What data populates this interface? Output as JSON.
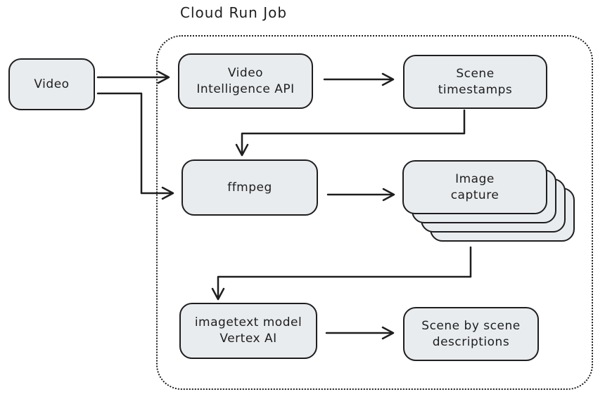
{
  "diagram": {
    "title": "Cloud Run Job",
    "boundary_label": "Cloud Run Job",
    "nodes": {
      "video": {
        "label": "Video"
      },
      "video_intelligence_api": {
        "label": "Video\nIntelligence API"
      },
      "scene_timestamps": {
        "label": "Scene\ntimestamps"
      },
      "ffmpeg": {
        "label": "ffmpeg"
      },
      "image_capture": {
        "label": "Image\ncapture",
        "stacked_cards": 4
      },
      "imagetext_model": {
        "label": "imagetext model\nVertex AI"
      },
      "scene_descriptions": {
        "label": "Scene by scene\ndescriptions"
      }
    },
    "edges": [
      {
        "from": "video",
        "to": "video_intelligence_api"
      },
      {
        "from": "video",
        "to": "ffmpeg"
      },
      {
        "from": "video_intelligence_api",
        "to": "scene_timestamps"
      },
      {
        "from": "scene_timestamps",
        "to": "ffmpeg"
      },
      {
        "from": "ffmpeg",
        "to": "image_capture"
      },
      {
        "from": "image_capture",
        "to": "imagetext_model"
      },
      {
        "from": "imagetext_model",
        "to": "scene_descriptions"
      }
    ],
    "colors": {
      "stroke": "#1e1e1e",
      "node_fill": "#e9ecef",
      "background": "#ffffff"
    },
    "styles": {
      "boundary_border": "dotted",
      "drawing_style": "hand-drawn"
    }
  }
}
